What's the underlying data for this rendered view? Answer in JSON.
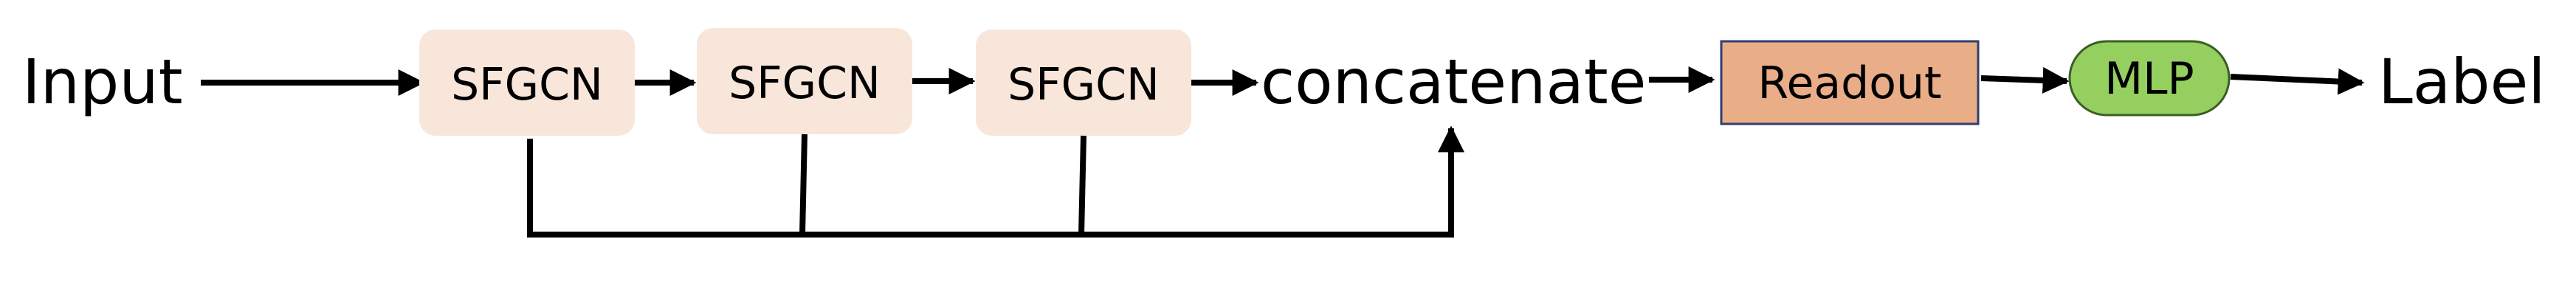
{
  "labels": {
    "input": "Input",
    "sfgcn_1": "SFGCN",
    "sfgcn_2": "SFGCN",
    "sfgcn_3": "SFGCN",
    "concatenate": "concatenate",
    "readout": "Readout",
    "mlp": "MLP",
    "label": "Label"
  },
  "colors": {
    "sfgcn_fill": "#f8e6da",
    "readout_fill": "#e9ad88",
    "readout_stroke": "#2f3f6c",
    "mlp_fill": "#94cf5f",
    "mlp_stroke": "#3b5e24",
    "line": "#000000"
  }
}
